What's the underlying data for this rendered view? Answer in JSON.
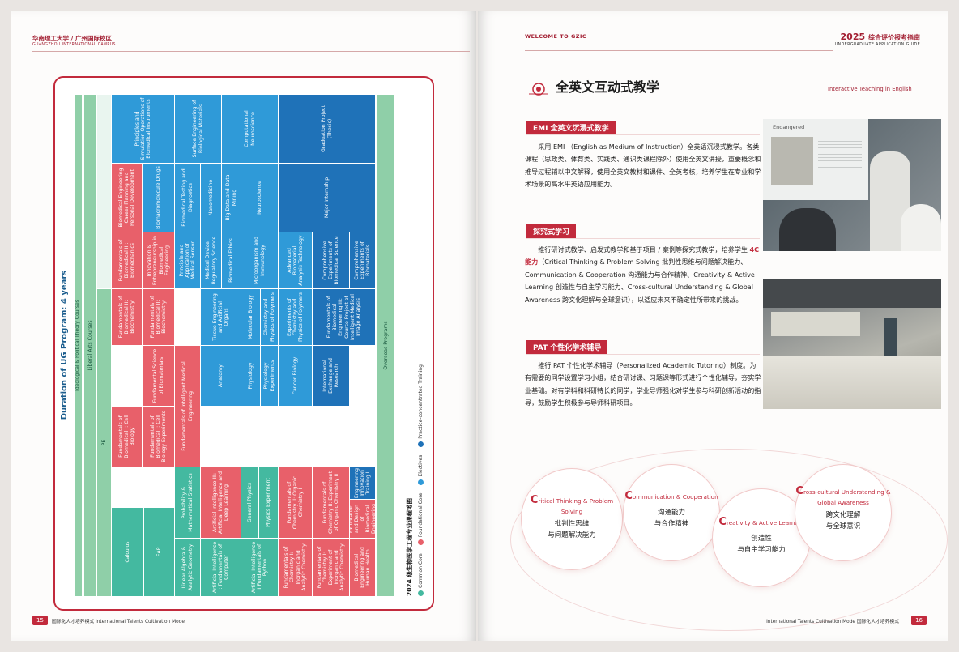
{
  "left_page": {
    "header_cn": "华南理工大学 / 广州国际校区",
    "header_en": "GUANGZHOU INTERNATIONAL CAMPUS",
    "page_number": "15",
    "footer": "国际化人才培养模式  International Talents Cultivation Mode",
    "duration": "Duration of UG Program: 4 years",
    "map_title": "2024 级生物医学工程专业课程地图",
    "legend": [
      "Common Core",
      "Foundational Core",
      "Electives",
      "Practice-concentrated Training"
    ],
    "lanes": {
      "ideological": "Ideological & Political Theory Courses",
      "liberal": "Liberal Arts Courses",
      "pe": "PE",
      "overseas": "Overseas Programs"
    },
    "courses": {
      "calculus": "Calculus",
      "eap": "EAP",
      "linear_algebra": "Linear Algebra & Analytic Geometry",
      "probability": "Probability & Mathematical Statistics",
      "ai_1": "Artificial Intelligence I: Fundamentals of Computer",
      "ai_3": "Artificial Intelligence III: Artificial Intelligence and Deep Learning",
      "ai_2": "Artificial Intelligence II Fundamentals of Python",
      "general_physics": "General Physics",
      "physics_exp": "Physics Experiment",
      "chem_1": "Fundamentals of Chemistry I: Inorganic and Analytic Chemistry",
      "chem_2": "Fundamentals of Chemistry II: Organic Chemistry I",
      "chem_1_exp": "Fundamentals of Chemistry I: Experiment of Inorganic and Analytic Chemistry",
      "chem_2_exp": "Fundamentals of Chemistry II: Experiment of Organic Chemistry II",
      "bme_health": "Biomedical Engineering and Human Health",
      "exploration": "Exploration and Design of Biomedical Engineering",
      "innovation_1": "Engineering Innovation Training I",
      "cell_bio": "Fundamentals of Biomedical I: Cell Biology",
      "cell_bio_exp": "Fundamentals of Biomedical I: Cell Biology Experiments",
      "intelligent_me": "Fundamentals of Intelligent Medical Engineering",
      "anatomy": "Anatomy",
      "physiology": "Physiology",
      "physiology_exp": "Physiology Experiments",
      "cancer_bio": "Cancer Biology",
      "intl_exchange": "International Exchange and Research",
      "biomaterials_sci": "Fundamental Science of Biomaterials",
      "biochem": "Fundamentals of Biomedical II: Biochemistry",
      "biochem_exp": "Fundamentals of Biomedical II: Biochemistry",
      "tissue_eng": "Tissue Engineering and Artificial Organs",
      "molecular_bio": "Molecular Biology",
      "chem_polymers": "Chemistry and Physics of Polymers",
      "chem_polymers_exp": "Experiments of Chemistry and Physics of Polymers",
      "bme_3": "Fundamentals of Biomedical Engineering III: Course Project of Intelligent Medical Image Analysis",
      "biomechanics": "Fundamentals of Biomedical III: Biomechanics",
      "innovation_ent": "Innovation & Entrepreneurship in Biomedical Engineering",
      "sensor": "Principle and Application of Medical Sensor",
      "device_reg": "Medical Device Regulatory Science",
      "bioethics": "Biomedical Ethics",
      "microorg": "Microorganism and Immunology",
      "analysis_tech": "Advanced Biomaterial Analysis Technology",
      "comp_exp_sci": "Comprehensive Experiments of Biomedical Science",
      "comp_exp_mat": "Comprehensive Experiments of Biomaterials",
      "career": "Biomedical Engineering Career Planning and Personal Development",
      "biomolecular": "Biomacromolecule Drugs",
      "testing": "Biomedical Testing and Diagnostics",
      "nanomedicine": "Nanomedicine",
      "big_data": "Big Data and Data Mining",
      "neuroscience": "Neuroscience",
      "major_intern": "Major Internship",
      "thesis": "Graduation Project (Thesis)",
      "simulation": "Principles and Simulation Operations of Biomedical Instruments",
      "surface_eng": "Surface Engineering of Biological Materials",
      "comp_neuro": "Computational Neuroscience"
    }
  },
  "right_page": {
    "welcome": "WELCOME TO GZIC",
    "guide_year": "2025",
    "guide_cn": "综合评价报考指南",
    "guide_en": "UNDERGRADUATE APPLICATION GUIDE",
    "section_title": "全英文互动式教学",
    "section_en": "Interactive Teaching in English",
    "page_number": "16",
    "footer": "International Talents Cultivation Mode  国际化人才培养模式",
    "blocks": [
      {
        "tag": "EMI 全英文沉浸式教学",
        "text": "采用 EMI （English as Medium of Instruction）全英语沉浸式教学。各类课程（思政类、体育类、实践类、通识类课程除外）使用全英文讲授，重要概念和推导过程辅以中文解释，使用全英文教材和课件、全英考核，培养学生在专业和学术场景的高水平英语应用能力。"
      },
      {
        "tag": "探究式学习",
        "text_before": "推行研讨式教学、启发式教学和基于项目 / 案例等探究式教学，培养学生 ",
        "highlight": "4C 能力",
        "text_after": "（Critical Thinking & Problem Solving 批判性思维与问题解决能力、Communication & Cooperation 沟通能力与合作精神、Creativity & Active Learning 创造性与自主学习能力、Cross-cultural Understanding & Global Awareness 跨文化理解与全球意识），以适应未来不确定性所带来的挑战。"
      },
      {
        "tag": "PAT 个性化学术辅导",
        "text": "推行 PAT 个性化学术辅导（Personalized Academic Tutoring）制度。为有需要的同学设置学习小组，结合研讨课、习题课等形式进行个性化辅导，夯实学业基础。对有学科和科研特长的同学，学业导师强化对学生参与科研创新活动的指导，鼓励学生积极参与导师科研项目。"
      }
    ],
    "photo_screen_title": "Endangered",
    "circles": [
      {
        "cap": "C",
        "en": "ritical Thinking & Problem Solving",
        "cn1": "批判性思维",
        "cn2": "与问题解决能力"
      },
      {
        "cap": "C",
        "en": "ommunication & Cooperation",
        "cn1": "沟通能力",
        "cn2": "与合作精神"
      },
      {
        "cap": "C",
        "en": "reativity & Active Learning",
        "cn1": "创造性",
        "cn2": "与自主学习能力"
      },
      {
        "cap": "C",
        "en": "ross-cultural Understanding & Global Awareness",
        "cn1": "跨文化理解",
        "cn2": "与全球意识"
      }
    ]
  }
}
